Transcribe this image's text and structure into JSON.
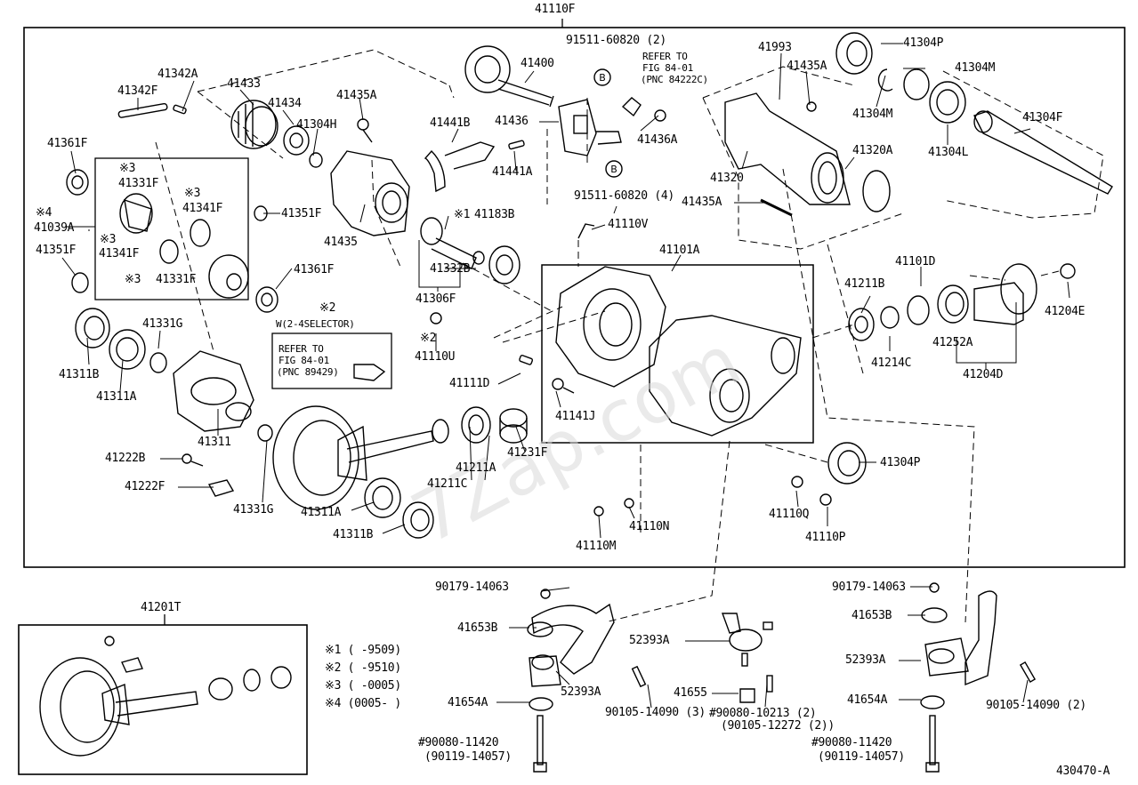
{
  "diagram": {
    "ref_code": "430470-A",
    "top_assembly": "41110F",
    "kit_assembly": "41201T",
    "watermark": "7Zap.com",
    "notes": {
      "n1": "※1 (     -9509)",
      "n2": "※2 (     -9510)",
      "n3": "※3 (     -0005)",
      "n4": "※4 (0005-     )"
    },
    "refer_1": [
      "REFER TO",
      "FIG 84-01",
      "(PNC 84222C)"
    ],
    "refer_2": [
      "REFER TO",
      "FIG 84-01",
      "(PNC 89429)"
    ],
    "selector": [
      "※2",
      "W(2-4SELECTOR)"
    ],
    "callout_b": "B",
    "parts": {
      "p41342A": "41342A",
      "p41342F": "41342F",
      "p41433": "41433",
      "p41434": "41434",
      "p41304H": "41304H",
      "p41435A_1": "41435A",
      "p41441B": "41441B",
      "p41441A": "41441A",
      "p41400": "41400",
      "p41436": "41436",
      "p41436A": "41436A",
      "p91511a": "91511-60820 (2)",
      "p91511b": "91511-60820 (4)",
      "p41993": "41993",
      "p41435A_2": "41435A",
      "p41304P_1": "41304P",
      "p41304M_1": "41304M",
      "p41304M_2": "41304M",
      "p41304L": "41304L",
      "p41304F": "41304F",
      "p41320": "41320",
      "p41320A": "41320A",
      "p41435A_3": "41435A",
      "p41361F_1": "41361F",
      "p41331F_1": "41331F",
      "p41341F_1": "41341F",
      "p41039A": "41039A",
      "p41341F_2": "41341F",
      "p41331F_2": "41331F",
      "p41351F_1": "41351F",
      "p41351F_2": "41351F",
      "p41435": "41435",
      "p41361F_2": "41361F",
      "p41183B": "41183B",
      "p41110V": "41110V",
      "p41332B": "41332B",
      "p41306F": "41306F",
      "p41110U": "41110U",
      "p41101A": "41101A",
      "p41101D": "41101D",
      "p41211B": "41211B",
      "p41204E": "41204E",
      "p41214C": "41214C",
      "p41252A": "41252A",
      "p41204D": "41204D",
      "p41311B_1": "41311B",
      "p41331G_1": "41331G",
      "p41311A_1": "41311A",
      "p41311": "41311",
      "p41111D": "41111D",
      "p41141J": "41141J",
      "p41222B": "41222B",
      "p41222F": "41222F",
      "p41331G_2": "41331G",
      "p41211C": "41211C",
      "p41211A": "41211A",
      "p41231F": "41231F",
      "p41311A_2": "41311A",
      "p41311B_2": "41311B",
      "p41304P_2": "41304P",
      "p41110N": "41110N",
      "p41110M": "41110M",
      "p41110Q": "41110Q",
      "p41110P": "41110P",
      "p90179a": "90179-14063",
      "p41653Ba": "41653B",
      "p41654Aa": "41654A",
      "p52393Aa": "52393A",
      "p90105a": "90105-14090 (3)",
      "p90080a": "#90080-11420",
      "p90119a": "(90119-14057)",
      "p52393Ab": "52393A",
      "p41655": "41655",
      "p90080b": "#90080-10213 (2)",
      "p90105b": "(90105-12272 (2))",
      "p90179b": "90179-14063",
      "p41653Bb": "41653B",
      "p52393Ac": "52393A",
      "p41654Ab": "41654A",
      "p90105c": "90105-14090 (2)",
      "p90080c": "#90080-11420",
      "p90119b": "(90119-14057)"
    }
  }
}
